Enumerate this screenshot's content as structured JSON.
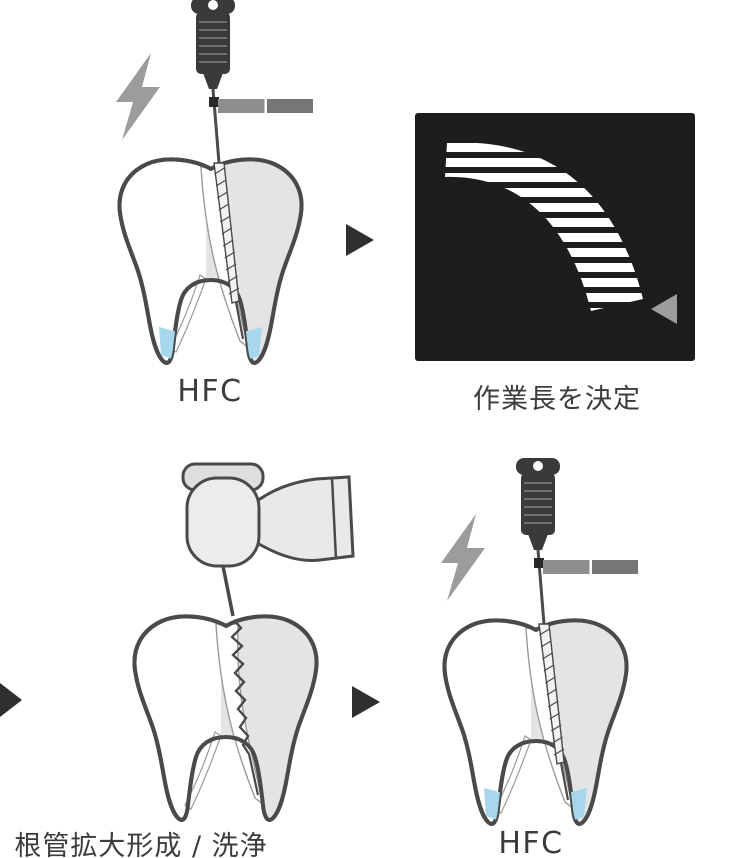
{
  "diagram": {
    "type": "procedure-flow",
    "steps": [
      {
        "label": "HFC"
      },
      {
        "label": "作業長を決定"
      },
      {
        "label": "根管拡大形成 / 洗浄"
      },
      {
        "label": "HFC"
      }
    ]
  },
  "icons": {
    "lightning": "lightning-bolt",
    "flow_arrow": "right-triangle-arrow",
    "display_marker": "left-triangle-marker"
  },
  "colors": {
    "background": "#ffffff",
    "outline": "#4a4a4a",
    "dentin_gray": "#e4e4e4",
    "irrigant_blue": "#a6d7ec",
    "display_background": "#1d1d1b",
    "display_stripes": "#ffffff",
    "marker_gray": "#9d9d9c",
    "lightning_gray": "#9c9c9c",
    "arrow_dark": "#2f2f2f",
    "label_text": "#3c3c3b"
  }
}
